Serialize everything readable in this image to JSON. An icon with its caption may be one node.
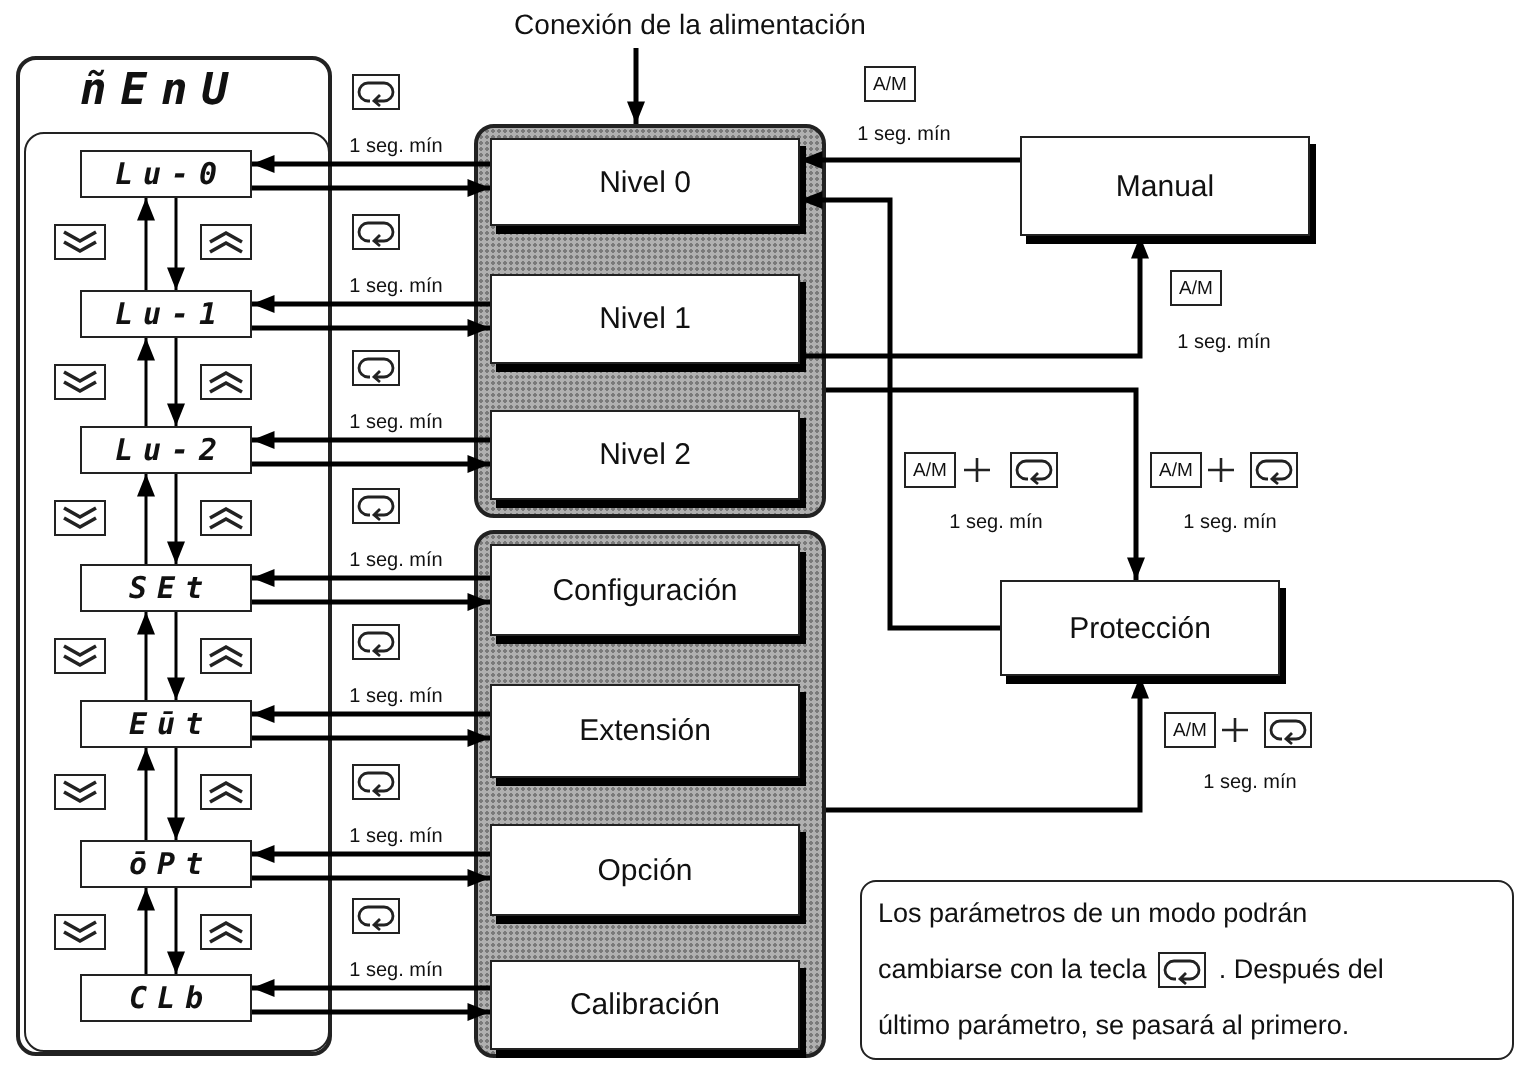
{
  "diagram": {
    "nodes": [
      {
        "text": [
          "Conexión de la alimentación"
        ]
      },
      {
        "text": [
          "ñEnU"
        ]
      },
      {
        "text": [],
        "shape": "box",
        "in": 1
      },
      {
        "text": [
          "Lu-0"
        ],
        "in": 2
      },
      {
        "text": [
          "Lu-1"
        ],
        "in": 2
      },
      {
        "text": [
          "Lu-2"
        ],
        "in": 2
      },
      {
        "text": [
          "SEt"
        ],
        "in": 2
      },
      {
        "text": [
          "Eūt"
        ],
        "in": 2
      },
      {
        "text": [
          "ōPt"
        ],
        "in": 2
      },
      {
        "text": [
          "CLb"
        ],
        "in": 2
      },
      {
        "text": [],
        "shape": "box"
      },
      {
        "text": [
          "Nivel 0"
        ],
        "in": 10
      },
      {
        "text": [
          "Nivel 1"
        ],
        "in": 10
      },
      {
        "text": [
          "Nivel 2"
        ],
        "in": 10
      },
      {
        "text": [],
        "shape": "box"
      },
      {
        "text": [
          "Configuración"
        ],
        "in": 14
      },
      {
        "text": [
          "Extensión"
        ],
        "in": 14
      },
      {
        "text": [
          "Opción"
        ],
        "in": 14
      },
      {
        "text": [
          "Calibración"
        ],
        "in": 14
      },
      {
        "text": [
          "Manual"
        ]
      },
      {
        "text": [
          "Protección"
        ]
      },
      {
        "text": [
          "Los parámetros de un modo podrán cambiarse con la tecla",
          ". Después del último parámetro, se pasará al primero."
        ]
      }
    ],
    "edges": [
      {
        "from": 0,
        "to": 10,
        "arrow": "to"
      },
      {
        "from": 11,
        "to": 3,
        "arrow": "to",
        "label": "1 seg. mín"
      },
      {
        "from": 3,
        "to": 11,
        "arrow": "to"
      },
      {
        "from": 12,
        "to": 4,
        "arrow": "to",
        "label": "1 seg. mín"
      },
      {
        "from": 4,
        "to": 12,
        "arrow": "to"
      },
      {
        "from": 13,
        "to": 5,
        "arrow": "to",
        "label": "1 seg. mín"
      },
      {
        "from": 5,
        "to": 13,
        "arrow": "to"
      },
      {
        "from": 15,
        "to": 6,
        "arrow": "to",
        "label": "1 seg. mín"
      },
      {
        "from": 6,
        "to": 15,
        "arrow": "to"
      },
      {
        "from": 16,
        "to": 7,
        "arrow": "to",
        "label": "1 seg. mín"
      },
      {
        "from": 7,
        "to": 16,
        "arrow": "to"
      },
      {
        "from": 17,
        "to": 8,
        "arrow": "to",
        "label": "1 seg. mín"
      },
      {
        "from": 8,
        "to": 17,
        "arrow": "to"
      },
      {
        "from": 18,
        "to": 9,
        "arrow": "to",
        "label": "1 seg. mín"
      },
      {
        "from": 9,
        "to": 18,
        "arrow": "to"
      },
      {
        "from": 4,
        "to": 3,
        "arrow": "to"
      },
      {
        "from": 3,
        "to": 4,
        "arrow": "to"
      },
      {
        "from": 5,
        "to": 4,
        "arrow": "to"
      },
      {
        "from": 4,
        "to": 5,
        "arrow": "to"
      },
      {
        "from": 6,
        "to": 5,
        "arrow": "to"
      },
      {
        "from": 5,
        "to": 6,
        "arrow": "to"
      },
      {
        "from": 7,
        "to": 6,
        "arrow": "to"
      },
      {
        "from": 6,
        "to": 7,
        "arrow": "to"
      },
      {
        "from": 8,
        "to": 7,
        "arrow": "to"
      },
      {
        "from": 7,
        "to": 8,
        "arrow": "to"
      },
      {
        "from": 9,
        "to": 8,
        "arrow": "to"
      },
      {
        "from": 8,
        "to": 9,
        "arrow": "to"
      },
      {
        "from": 19,
        "to": 11,
        "arrow": "to",
        "label": "1 seg. mín"
      },
      {
        "from": 12,
        "to": 19,
        "arrow": "to",
        "label": "1 seg. mín"
      },
      {
        "from": 20,
        "to": 11,
        "arrow": "to",
        "label": "1 seg. mín"
      },
      {
        "from": 10,
        "to": 20,
        "arrow": "to",
        "label": "1 seg. mín"
      },
      {
        "from": 14,
        "to": 20,
        "arrow": "to",
        "label": "1 seg. mín"
      }
    ],
    "labels": [
      "A/M",
      "A/M",
      "A/M",
      "A/M",
      "A/M"
    ]
  }
}
